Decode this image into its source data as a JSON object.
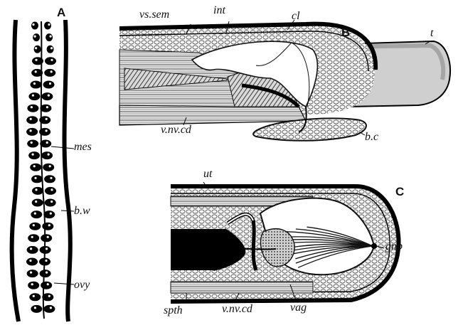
{
  "figure": {
    "panels": {
      "a": {
        "letter": "A",
        "labels": {
          "mes": "mes",
          "bw": "b.w",
          "ovy": "ovy"
        }
      },
      "b": {
        "letter": "B",
        "labels": {
          "vs_sem": "vs.sem",
          "int": "int",
          "cl": "cl",
          "t": "t",
          "v_nv_cd": "v.nv.cd",
          "b_c": "b.c"
        }
      },
      "c": {
        "letter": "C",
        "labels": {
          "ut": "ut",
          "gnp": "gnp",
          "spth": "spth",
          "v_nv_cd": "v.nv.cd",
          "vag": "vag"
        }
      }
    }
  }
}
